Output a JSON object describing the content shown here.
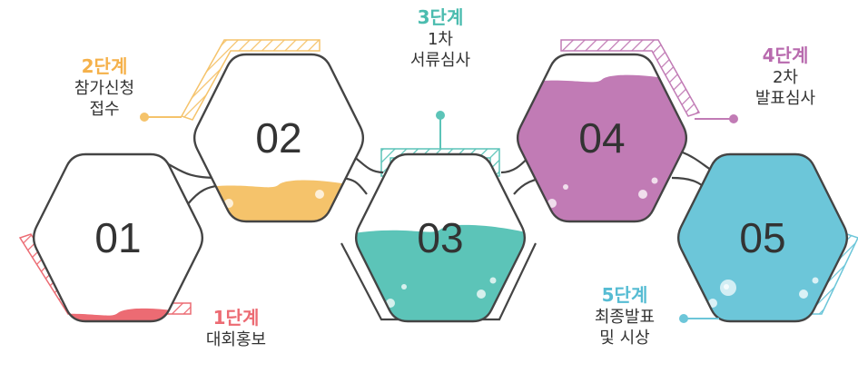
{
  "stages": [
    {
      "number": "01",
      "step": "1단계",
      "desc": [
        "대회홍보"
      ],
      "color": "#ec6b73",
      "fill_level": 0.05
    },
    {
      "number": "02",
      "step": "2단계",
      "desc": [
        "참가신청",
        "접수"
      ],
      "color": "#f5c36b",
      "fill_level": 0.22
    },
    {
      "number": "03",
      "step": "3단계",
      "desc": [
        "1차",
        "서류심사"
      ],
      "color": "#5cc4b8",
      "fill_level": 0.55
    },
    {
      "number": "04",
      "step": "4단계",
      "desc": [
        "2차",
        "발표심사"
      ],
      "color": "#c17bb5",
      "fill_level": 0.85
    },
    {
      "number": "05",
      "step": "5단계",
      "desc": [
        "최종발표",
        "및 시상"
      ],
      "color": "#6cc6d9",
      "fill_level": 1.0
    }
  ],
  "outline_color": "#444444"
}
